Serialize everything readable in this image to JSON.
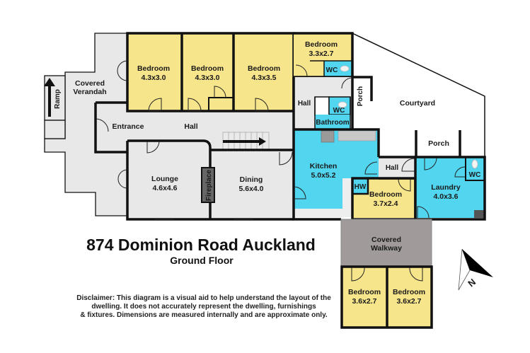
{
  "title": "874 Dominion Road Auckland",
  "subtitle": "Ground Floor",
  "disclaimer": {
    "line1": "Disclaimer: This diagram is a visual aid to help understand the layout of the",
    "line2": "dwelling. It does not accurately represent the dwelling, furnishings",
    "line3": "& fixtures. Dimensions are measured internally and are approximate only."
  },
  "colors": {
    "bedroom": "#f7e58b",
    "wet_area": "#52d6f0",
    "living": "#e8e8e8",
    "walkway": "#a09a9a",
    "fireplace": "#666666",
    "wall": "#111111"
  },
  "rooms": {
    "bed1": {
      "name": "Bedroom",
      "size": "4.3x3.0"
    },
    "bed2": {
      "name": "Bedroom",
      "size": "4.3x3.0"
    },
    "bed3": {
      "name": "Bedroom",
      "size": "4.3x3.5"
    },
    "bed4": {
      "name": "Bedroom",
      "size": "3.3x2.7"
    },
    "bed5": {
      "name": "Bedroom",
      "size": "3.7x2.4"
    },
    "bed6": {
      "name": "Bedroom",
      "size": "3.6x2.7"
    },
    "bed7": {
      "name": "Bedroom",
      "size": "3.6x2.7"
    },
    "lounge": {
      "name": "Lounge",
      "size": "4.6x4.6"
    },
    "dining": {
      "name": "Dining",
      "size": "5.6x4.0"
    },
    "kitchen": {
      "name": "Kitchen",
      "size": "5.0x5.2"
    },
    "laundry": {
      "name": "Laundry",
      "size": "4.0x3.6"
    }
  },
  "labels": {
    "ramp": "Ramp",
    "verandah_1": "Covered",
    "verandah_2": "Verandah",
    "entrance": "Entrance",
    "hall_main": "Hall",
    "hall_rear": "Hall",
    "hall_kitchen": "Hall",
    "wc1": "WC",
    "wc2": "WC",
    "wc3": "WC",
    "bathroom": "Bathroom",
    "porch_side": "Porch",
    "porch_courtyard": "Porch",
    "courtyard": "Courtyard",
    "fireplace": "Fireplace",
    "hw": "HW",
    "walkway_1": "Covered",
    "walkway_2": "Walkway",
    "north": "N"
  }
}
